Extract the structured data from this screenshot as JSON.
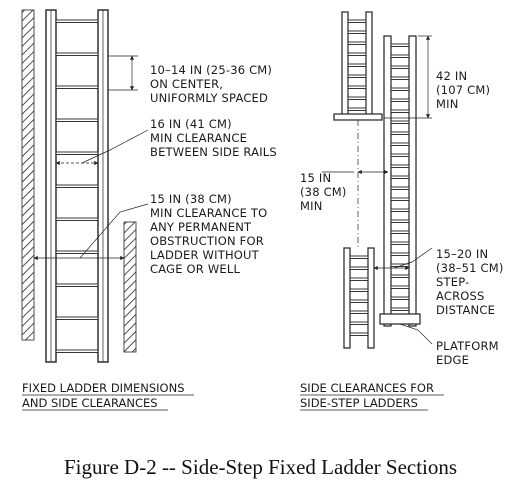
{
  "left_diagram": {
    "labels": {
      "rung_spacing": [
        "10–14 IN (25-36 CM)",
        "ON CENTER,",
        "UNIFORMLY SPACED"
      ],
      "rail_clearance": [
        "16 IN (41 CM)",
        "MIN CLEARANCE",
        "BETWEEN SIDE RAILS"
      ],
      "obstruction_clearance": [
        "15 IN (38 CM)",
        "MIN CLEARANCE TO",
        "ANY PERMANENT",
        "OBSTRUCTION FOR",
        "LADDER WITHOUT",
        "CAGE OR WELL"
      ]
    },
    "caption": [
      "FIXED LADDER DIMENSIONS",
      "AND SIDE CLEARANCES"
    ]
  },
  "right_diagram": {
    "labels": {
      "height": [
        "42 IN",
        "(107 CM)",
        "MIN"
      ],
      "side_clearance": [
        "15 IN",
        "(38 CM)",
        "MIN"
      ],
      "step_across": [
        "15–20 IN",
        "(38–51 CM)",
        "STEP-",
        "ACROSS",
        "DISTANCE"
      ],
      "platform": [
        "PLATFORM",
        "EDGE"
      ]
    },
    "caption": [
      "SIDE CLEARANCES FOR",
      "SIDE-STEP LADDERS"
    ]
  },
  "figure_caption": "Figure D-2 -- Side-Step Fixed Ladder Sections"
}
